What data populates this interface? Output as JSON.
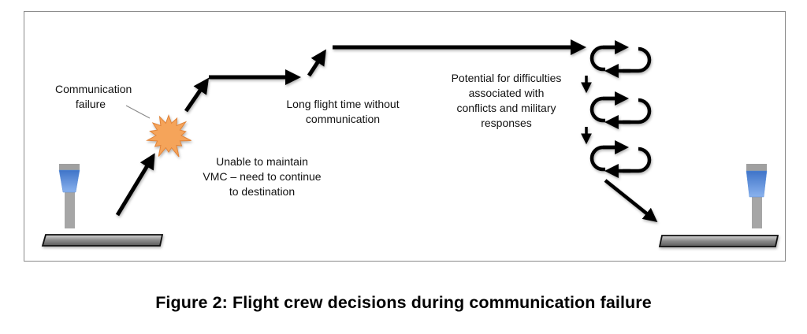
{
  "figure": {
    "caption": "Figure 2: Flight crew decisions during communication failure",
    "labels": {
      "comm_failure": [
        "Communication",
        "failure"
      ],
      "unable_vmc": [
        "Unable to maintain",
        "VMC – need to continue",
        "to destination"
      ],
      "long_flight": [
        "Long flight time without",
        "communication"
      ],
      "potential": [
        "Potential for difficulties",
        "associated with",
        "conflicts and military",
        "responses"
      ]
    },
    "icons": {
      "departure_runway": "runway",
      "departure_tower": "control-tower",
      "arrival_runway": "runway",
      "arrival_tower": "control-tower",
      "failure_burst": "explosion-burst"
    },
    "colors": {
      "burst_fill": "#f5a45a",
      "burst_stroke": "#e0843a",
      "tower_glass": "#4f86d6",
      "tower_post": "#a6a6a6",
      "arrow": "#000000"
    }
  }
}
